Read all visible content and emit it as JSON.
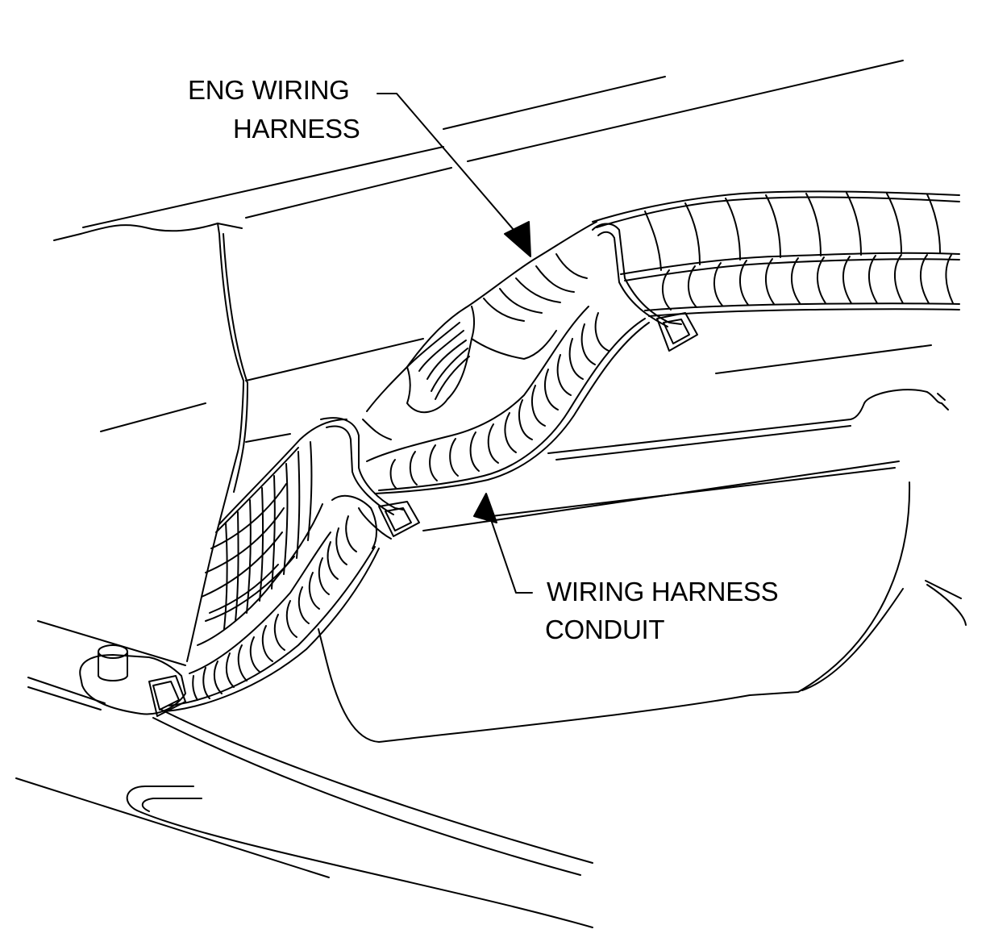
{
  "callouts": {
    "eng_harness": {
      "line1": "ENG WIRING",
      "line2": "HARNESS"
    },
    "conduit": {
      "line1": "WIRING HARNESS",
      "line2": "CONDUIT"
    }
  },
  "colors": {
    "ink": "#000000",
    "paper": "#ffffff"
  }
}
